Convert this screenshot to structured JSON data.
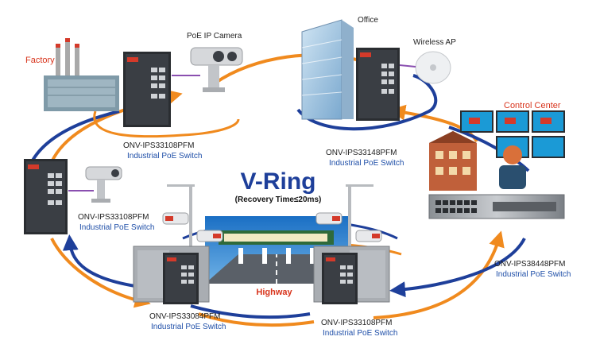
{
  "ring": {
    "title": "V-Ring",
    "subtitle": "(Recovery Time≤20ms)"
  },
  "places": {
    "factory": "Factory",
    "office": "Office",
    "control_center": "Control Center",
    "highway": "Highway",
    "poe_ip_camera": "PoE IP Camera",
    "wireless_ap": "Wireless AP"
  },
  "switches": {
    "factory_switch": {
      "model": "ONV-IPS33108PFM",
      "kind": "Industrial PoE Switch"
    },
    "office_switch": {
      "model": "ONV-IPS33148PFM",
      "kind": "Industrial PoE Switch"
    },
    "left_switch": {
      "model": "ONV-IPS33108PFM",
      "kind": "Industrial PoE Switch"
    },
    "control_switch": {
      "model": "ONV-IPS38448PFM",
      "kind": "Industrial PoE Switch"
    },
    "bottom_left_switch": {
      "model": "ONV-IPS33084PFM",
      "kind": "Industrial PoE Switch"
    },
    "bottom_right_switch": {
      "model": "ONV-IPS33108PFM",
      "kind": "Industrial PoE Switch"
    }
  },
  "colors": {
    "ring_blue": "#1e3f9a",
    "ring_orange": "#f08a1e",
    "label_blue": "#1f4fa8",
    "label_red": "#d8341c"
  },
  "icons": {
    "switch": "industrial-switch-icon",
    "camera": "ip-camera-icon",
    "ap": "wireless-ap-icon",
    "building": "building-icon",
    "monitor": "monitor-icon"
  }
}
